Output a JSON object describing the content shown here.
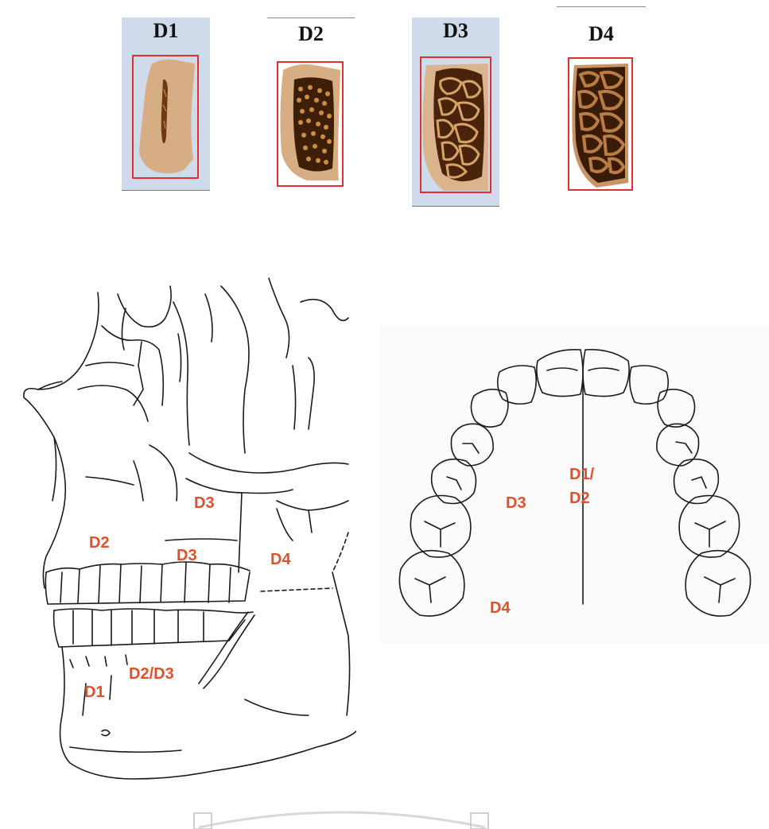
{
  "density_classes": [
    {
      "label": "D1",
      "background": "#cfdaea",
      "pattern": "dense-cortical-thin-core"
    },
    {
      "label": "D2",
      "background": "#ffffff",
      "pattern": "thick-cortex-dense-trabecular"
    },
    {
      "label": "D3",
      "background": "#cfdaea",
      "pattern": "thin-cortex-coarse-trabecular"
    },
    {
      "label": "D4",
      "background": "#ffffff",
      "pattern": "fine-cortex-coarse-trabecular"
    }
  ],
  "skull_labels": {
    "upper_anterior": "D2",
    "upper_premolar": "D3",
    "upper_region": "D3",
    "upper_posterior": "D4",
    "lower_anterior": "D1",
    "lower_posterior": "D2/D3"
  },
  "arch_labels": {
    "anterior_line1": "D1/",
    "anterior_line2": "D2",
    "premolar": "D3",
    "molar": "D4"
  },
  "colors": {
    "label": "#e0502a",
    "outline_box": "#e03030",
    "bone": "#d7ae84",
    "trabecular": "#6b3a12"
  }
}
